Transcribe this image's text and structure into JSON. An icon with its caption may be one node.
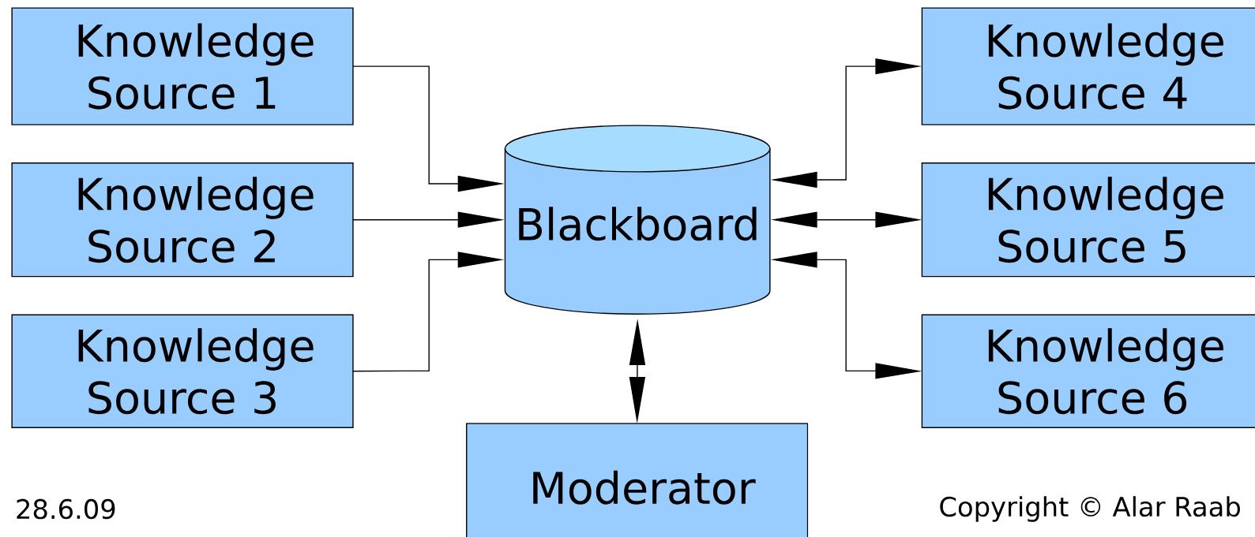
{
  "diagram": {
    "nodes": [
      {
        "text": [
          "Knowledge Source 1"
        ]
      },
      {
        "text": [
          "Knowledge Source 2"
        ]
      },
      {
        "text": [
          "Knowledge Source 3"
        ]
      },
      {
        "text": [
          "Blackboard"
        ]
      },
      {
        "text": [
          "Knowledge Source 4"
        ]
      },
      {
        "text": [
          "Knowledge Source 5"
        ]
      },
      {
        "text": [
          "Knowledge Source 6"
        ]
      },
      {
        "text": [
          "Moderator"
        ]
      }
    ],
    "edges": [
      {
        "from": 0,
        "to": 3,
        "arrow": "to"
      },
      {
        "from": 1,
        "to": 3,
        "arrow": "to"
      },
      {
        "from": 2,
        "to": 3,
        "arrow": "to"
      },
      {
        "from": 3,
        "to": 4,
        "arrow": "both"
      },
      {
        "from": 3,
        "to": 5,
        "arrow": "both"
      },
      {
        "from": 3,
        "to": 6,
        "arrow": "both"
      },
      {
        "from": 3,
        "to": 7,
        "arrow": "both"
      }
    ],
    "labels": [
      "28.6.09",
      "Copyright © Alar Raab"
    ]
  }
}
